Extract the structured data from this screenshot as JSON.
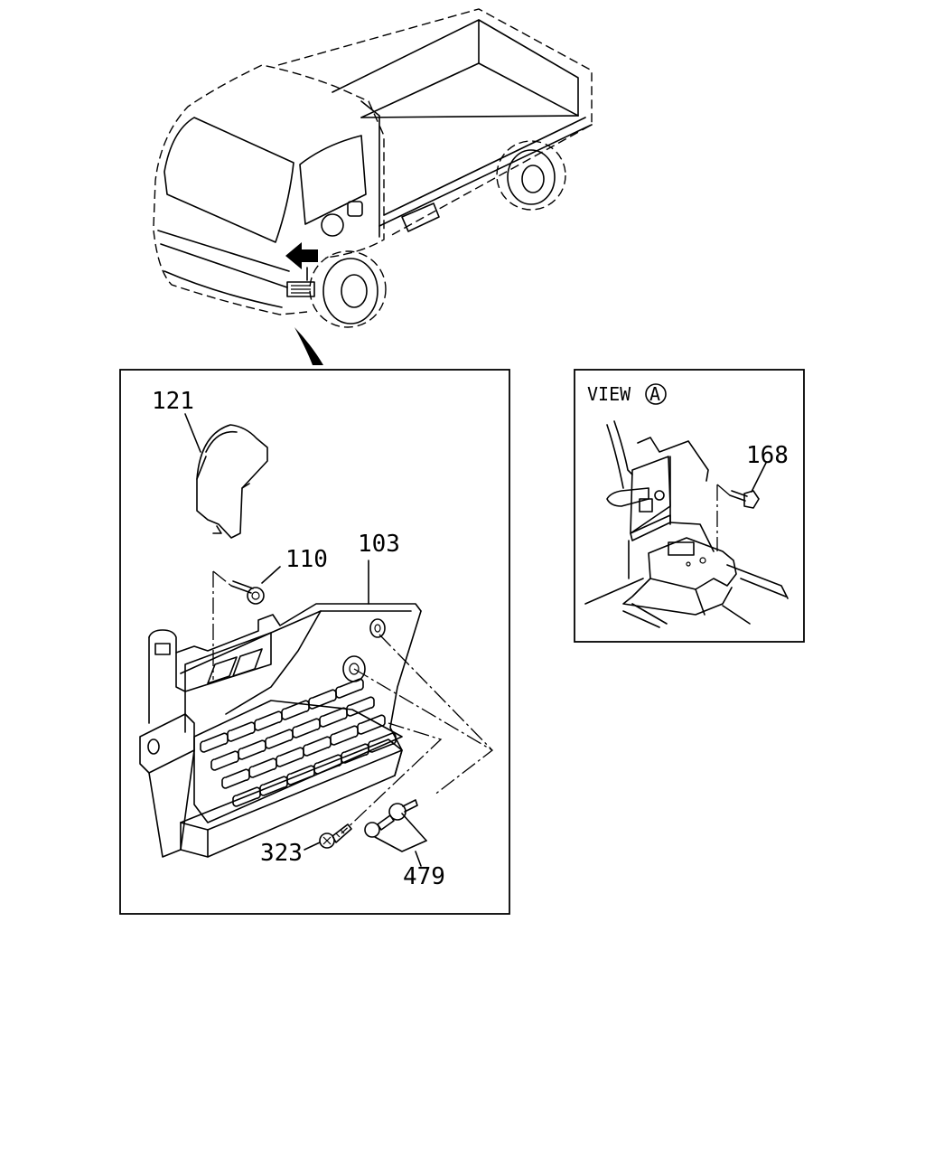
{
  "diagram": {
    "view_label": "VIEW",
    "view_marker": "A",
    "callouts": {
      "p121": "121",
      "p110": "110",
      "p103": "103",
      "p323": "323",
      "p479": "479",
      "p168": "168"
    }
  }
}
